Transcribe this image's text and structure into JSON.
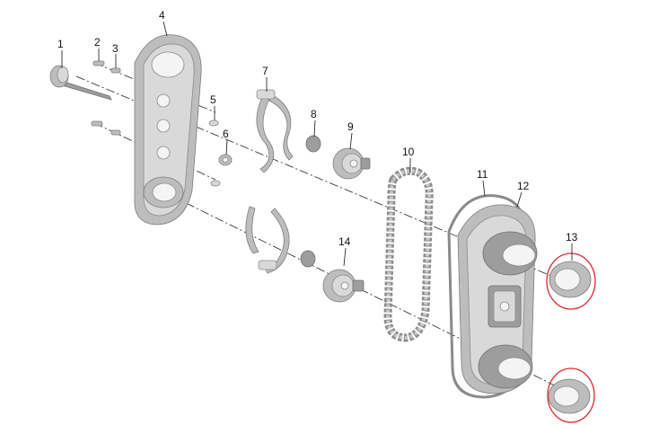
{
  "callouts": [
    {
      "id": "1",
      "label": "1"
    },
    {
      "id": "2",
      "label": "2"
    },
    {
      "id": "3",
      "label": "3"
    },
    {
      "id": "4",
      "label": "4"
    },
    {
      "id": "5",
      "label": "5"
    },
    {
      "id": "6",
      "label": "6"
    },
    {
      "id": "7",
      "label": "7"
    },
    {
      "id": "8",
      "label": "8"
    },
    {
      "id": "9",
      "label": "9"
    },
    {
      "id": "10",
      "label": "10"
    },
    {
      "id": "11",
      "label": "11"
    },
    {
      "id": "12",
      "label": "12"
    },
    {
      "id": "13",
      "label": "13"
    },
    {
      "id": "14",
      "label": "14"
    }
  ],
  "highlighted_parts": [
    "13"
  ],
  "colors": {
    "highlight": "#e2262b",
    "part_gray": "#bdbdbd",
    "line": "#111111"
  }
}
